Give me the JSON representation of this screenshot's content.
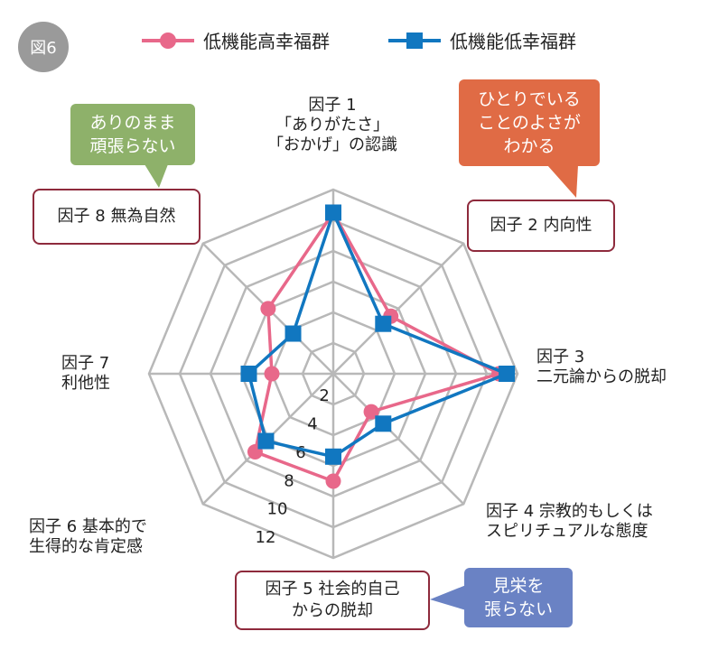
{
  "figure_label": "図6",
  "chart_data": {
    "type": "radar",
    "axes": [
      {
        "id": "f1",
        "lines": [
          "因子 1",
          "「ありがたさ」",
          "「おかげ」の認識"
        ],
        "boxed": false
      },
      {
        "id": "f2",
        "lines": [
          "因子 2 内向性"
        ],
        "boxed": true
      },
      {
        "id": "f3",
        "lines": [
          "因子 3",
          "二元論からの脱却"
        ],
        "boxed": false
      },
      {
        "id": "f4",
        "lines": [
          "因子 4 宗教的もしくは",
          "スピリチュアルな態度"
        ],
        "boxed": false
      },
      {
        "id": "f5",
        "lines": [
          "因子 5 社会的自己",
          "からの脱却"
        ],
        "boxed": true
      },
      {
        "id": "f6",
        "lines": [
          "因子 6 基本的で",
          "生得的な肯定感"
        ],
        "boxed": false
      },
      {
        "id": "f7",
        "lines": [
          "因子 7",
          "利他性"
        ],
        "boxed": false
      },
      {
        "id": "f8",
        "lines": [
          "因子 8 無為自然"
        ],
        "boxed": true
      }
    ],
    "ticks": [
      2,
      4,
      6,
      8,
      10,
      12
    ],
    "rmax": 12,
    "series": [
      {
        "name": "低機能高幸福群",
        "color": "#e8688a",
        "marker": "circle",
        "values": [
          10.5,
          5.3,
          10.8,
          3.5,
          7.0,
          7.2,
          4.0,
          6.0
        ]
      },
      {
        "name": "低機能低幸福群",
        "color": "#1177c0",
        "marker": "square",
        "values": [
          10.5,
          4.6,
          11.3,
          4.6,
          5.4,
          6.2,
          5.5,
          3.7
        ]
      }
    ],
    "grid_color": "#b8b8b8"
  },
  "callouts": [
    {
      "lines": [
        "ありのまま",
        "頑張らない"
      ],
      "color": "#8eb16a"
    },
    {
      "lines": [
        "ひとりでいる",
        "ことのよさが",
        "わかる"
      ],
      "color": "#e06b45"
    },
    {
      "lines": [
        "見栄を",
        "張らない"
      ],
      "color": "#6a82c4"
    }
  ]
}
